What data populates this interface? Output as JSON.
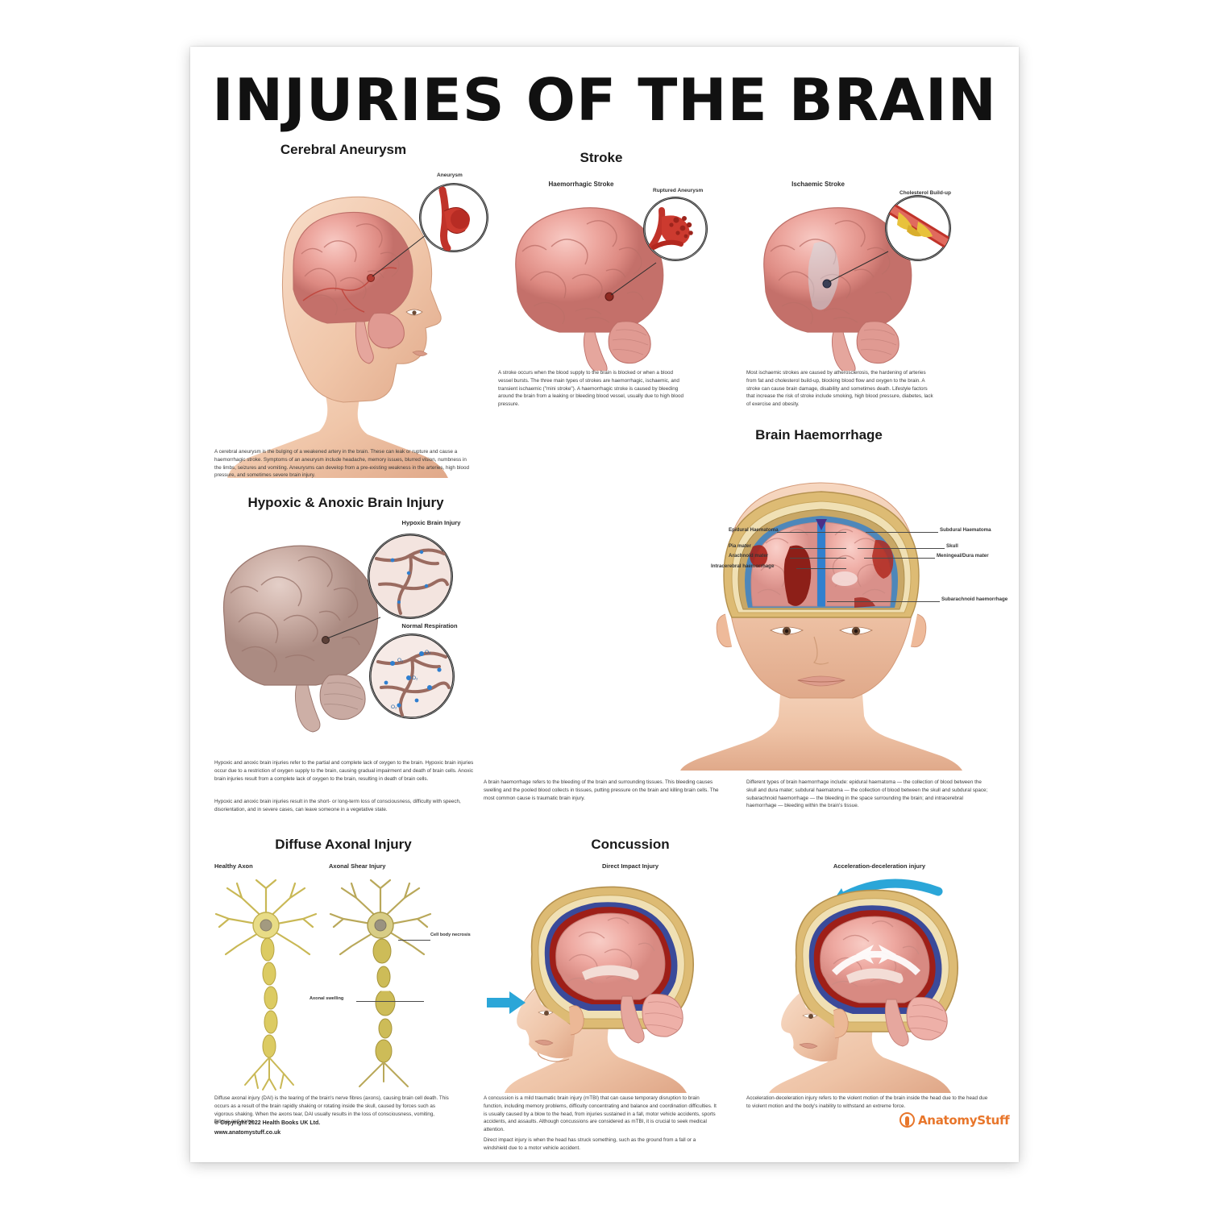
{
  "poster": {
    "title": "INJURIES OF THE BRAIN",
    "background_color": "#ffffff",
    "accent_color": "#e8762b"
  },
  "sections": {
    "cerebral_aneurysm": {
      "heading": "Cerebral Aneurysm",
      "labels": {
        "aneurysm": "Aneurysm"
      },
      "body": "A cerebral aneurysm is the bulging of a weakened artery in the brain. These can leak or rupture and cause a haemorrhagic stroke. Symptoms of an aneurysm include headache, memory issues, blurred vision, numbness in the limbs, seizures and vomiting. Aneurysms can develop from a pre-existing weakness in the arteries, high blood pressure, and sometimes severe brain injury."
    },
    "stroke": {
      "heading": "Stroke",
      "sub_left": "Haemorrhagic Stroke",
      "label_left": "Ruptured Aneurysm",
      "sub_right": "Ischaemic Stroke",
      "label_right": "Cholesterol Build-up",
      "body_left": "A stroke occurs when the blood supply to the brain is blocked or when a blood vessel bursts. The three main types of strokes are haemorrhagic, ischaemic, and transient ischaemic (\"mini stroke\"). A haemorrhagic stroke is caused by bleeding around the brain from a leaking or bleeding blood vessel, usually due to high blood pressure.",
      "body_right": "Most ischaemic strokes are caused by atherosclerosis, the hardening of arteries from fat and cholesterol build-up, blocking blood flow and oxygen to the brain. A stroke can cause brain damage, disability and sometimes death. Lifestyle factors that increase the risk of stroke include smoking, high blood pressure, diabetes, lack of exercise and obesity."
    },
    "hypoxic": {
      "heading": "Hypoxic & Anoxic Brain Injury",
      "sub_top": "Hypoxic Brain Injury",
      "sub_bottom": "Normal Respiration",
      "body_1": "Hypoxic and anoxic brain injuries refer to the partial and complete lack of oxygen to the brain. Hypoxic brain injuries occur due to a restriction of oxygen supply to the brain, causing gradual impairment and death of brain cells. Anoxic brain injuries result from a complete lack of oxygen to the brain, resulting in death of brain cells.",
      "body_2": "Hypoxic and anoxic brain injuries result in the short- or long-term loss of consciousness, difficulty with speech, disorientation, and in severe cases, can leave someone in a vegetative state."
    },
    "haemorrhage": {
      "heading": "Brain Haemorrhage",
      "labels_left": [
        "Epidural Haematoma",
        "Pia mater",
        "Arachnoid mater",
        "Intracerebral haemorrhage"
      ],
      "labels_right": [
        "Subdural Haematoma",
        "Skull",
        "Meningeal/Dura mater",
        "Subarachnoid haemorrhage"
      ],
      "body_left": "A brain haemorrhage refers to the bleeding of the brain and surrounding tissues. This bleeding causes swelling and the pooled blood collects in tissues, putting pressure on the brain and killing brain cells. The most common cause is traumatic brain injury.",
      "body_right": "Different types of brain haemorrhage include: epidural haematoma — the collection of blood between the skull and dura mater; subdural haematoma — the collection of blood between the skull and subdural space; subarachnoid haemorrhage — the bleeding in the space surrounding the brain; and intracerebral haemorrhage — bleeding within the brain's tissue."
    },
    "diffuse_axonal": {
      "heading": "Diffuse Axonal Injury",
      "sub_left": "Healthy Axon",
      "sub_right": "Axonal Shear Injury",
      "label_cell": "Cell body necrosis",
      "label_axon": "Axonal swelling",
      "body": "Diffuse axonal injury (DAI) is the tearing of the brain's nerve fibres (axons), causing brain cell death. This occurs as a result of the brain rapidly shaking or rotating inside the skull, caused by forces such as vigorous shaking. When the axons tear, DAI usually results in the loss of consciousness, vomiting, fatigue and coma."
    },
    "concussion": {
      "heading": "Concussion",
      "sub_left": "Direct Impact Injury",
      "sub_right": "Acceleration-deceleration injury",
      "body_left_1": "A concussion is a mild traumatic brain injury (mTBI) that can cause temporary disruption to brain function, including memory problems, difficulty concentrating and balance and coordination difficulties. It is usually caused by a blow to the head, from injuries sustained in a fall, motor vehicle accidents, sports accidents, and assaults. Although concussions are considered as mTBI, it is crucial to seek medical attention.",
      "body_left_2": "Direct impact injury is when the head has struck something, such as the ground from a fall or a windshield due to a motor vehicle accident.",
      "body_right": "Acceleration-deceleration injury refers to the violent motion of the brain inside the head due to the head due to violent motion and the body's inability to withstand an extreme force."
    }
  },
  "footer": {
    "copyright": "© Copyright 2022 Health Books UK Ltd.",
    "website": "www.anatomystuff.co.uk",
    "logo_text": "AnatomyStuff",
    "logo_icon": "anatomy-figure-icon"
  }
}
